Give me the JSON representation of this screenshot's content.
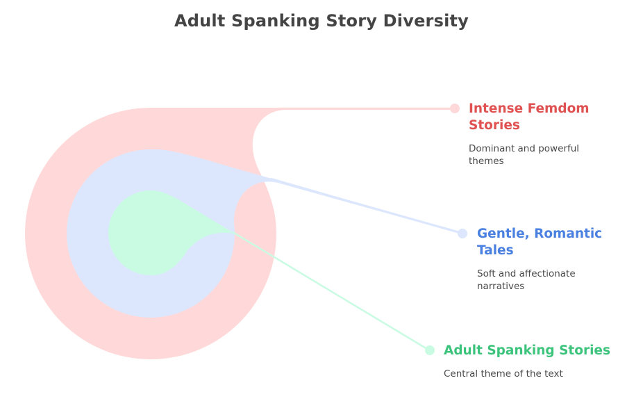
{
  "title": "Adult Spanking Story Diversity",
  "colors": {
    "outer_fill": "#ffd9d9",
    "middle_fill": "#dce7fd",
    "inner_fill": "#c9fbe3",
    "outer_text": "#e05252",
    "middle_text": "#4a80e0",
    "inner_text": "#3cc47c",
    "desc_text": "#4a4a4a",
    "title_text": "#444444"
  },
  "layers": [
    {
      "id": "femdom",
      "level": "outer",
      "heading": "Intense Femdom Stories",
      "description": "Dominant and powerful themes"
    },
    {
      "id": "gentle",
      "level": "middle",
      "heading": "Gentle, Romantic Tales",
      "description": "Soft and affectionate narratives"
    },
    {
      "id": "adult",
      "level": "inner",
      "heading": "Adult Spanking Stories",
      "description": "Central theme of the text"
    }
  ]
}
